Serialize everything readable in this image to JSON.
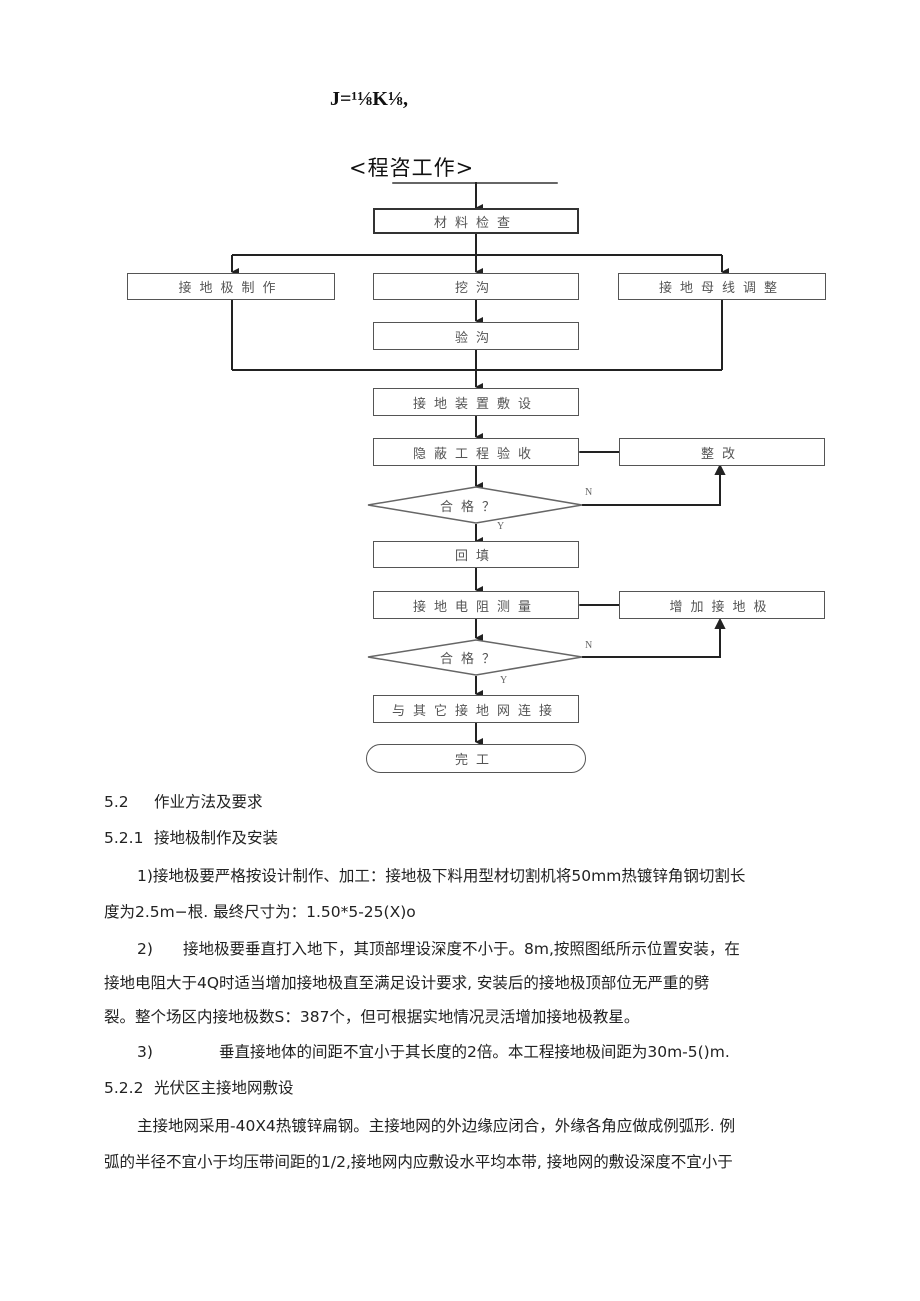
{
  "header": {
    "formula": "J=¹⅛K⅛,",
    "flowchart_title": "<程咨工作>"
  },
  "flowchart": {
    "nodes": {
      "material_check": "材料检查",
      "electrode_making": "接地极制作",
      "trench_dig": "挖沟",
      "busbar_adjust": "接地母线调整",
      "trench_check": "验沟",
      "device_laying": "接地装置敷设",
      "hidden_acceptance": "隐蔽工程验收",
      "rectify": "整改",
      "decision1": "合格？",
      "backfill": "回填",
      "resistance_measure": "接地电阻测量",
      "add_electrode": "增加接地极",
      "decision2": "合格？",
      "connect_other": "与其它接地网连接",
      "complete": "完工"
    },
    "labels": {
      "no": "N",
      "yes": "Y"
    }
  },
  "sections": {
    "s52": {
      "num": "5.2",
      "title": "作业方法及要求"
    },
    "s521": {
      "num": "5.2.1",
      "title": "接地极制作及安装"
    },
    "p1": {
      "line1": "1)接地极要严格按设计制作、加工：接地极下料用型材切割机将50mm热镀锌角钢切割长",
      "line2": "度为2.5m−根. 最终尺寸为：1.50*5-25(X)o"
    },
    "p2": {
      "num": "2)",
      "line1": "接地极要垂直打入地下，其顶部埋设深度不小于。8m,按照图纸所示位置安装，在",
      "line2": "接地电阻大于4Q时适当增加接地极直至满足设计要求, 安装后的接地极顶部位无严重的劈",
      "line3": "裂。整个场区内接地极数S：387个，但可根据实地情况灵活增加接地极教星。"
    },
    "p3": {
      "num": "3)",
      "line1": "垂直接地体的间距不宜小于其长度的2倍。本工程接地极间距为30m-5()m."
    },
    "s522": {
      "num": "5.2.2",
      "title": "光伏区主接地网敷设"
    },
    "p4": {
      "line1": "主接地网采用-40X4热镀锌扁钢。主接地网的外边缘应闭合，外缘各角应做成例弧形. 例",
      "line2": "弧的半径不宜小于均压带间距的1/2,接地网内应敷设水平均本带, 接地网的敷设深度不宜小于"
    }
  }
}
